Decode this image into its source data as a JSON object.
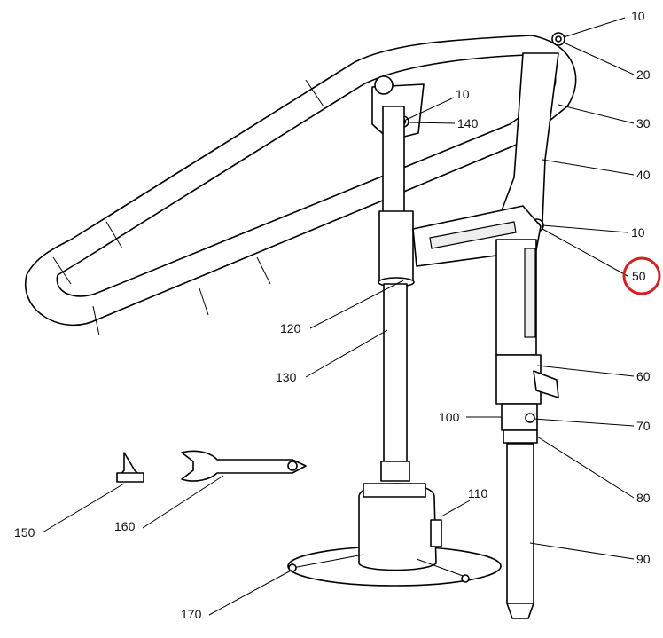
{
  "title": "Parts diagram",
  "highlight_color": "#d42020",
  "callouts": [
    {
      "id": "c10a",
      "label": "10"
    },
    {
      "id": "c20",
      "label": "20"
    },
    {
      "id": "c30",
      "label": "30"
    },
    {
      "id": "c40",
      "label": "40"
    },
    {
      "id": "c10b",
      "label": "10"
    },
    {
      "id": "c50",
      "label": "50",
      "highlighted": true
    },
    {
      "id": "c60",
      "label": "60"
    },
    {
      "id": "c70",
      "label": "70"
    },
    {
      "id": "c80",
      "label": "80"
    },
    {
      "id": "c90",
      "label": "90"
    },
    {
      "id": "c100",
      "label": "100"
    },
    {
      "id": "c110",
      "label": "110"
    },
    {
      "id": "c120",
      "label": "120"
    },
    {
      "id": "c130",
      "label": "130"
    },
    {
      "id": "c10c",
      "label": "10"
    },
    {
      "id": "c140",
      "label": "140"
    },
    {
      "id": "c150",
      "label": "150"
    },
    {
      "id": "c160",
      "label": "160"
    },
    {
      "id": "c170",
      "label": "170"
    }
  ]
}
